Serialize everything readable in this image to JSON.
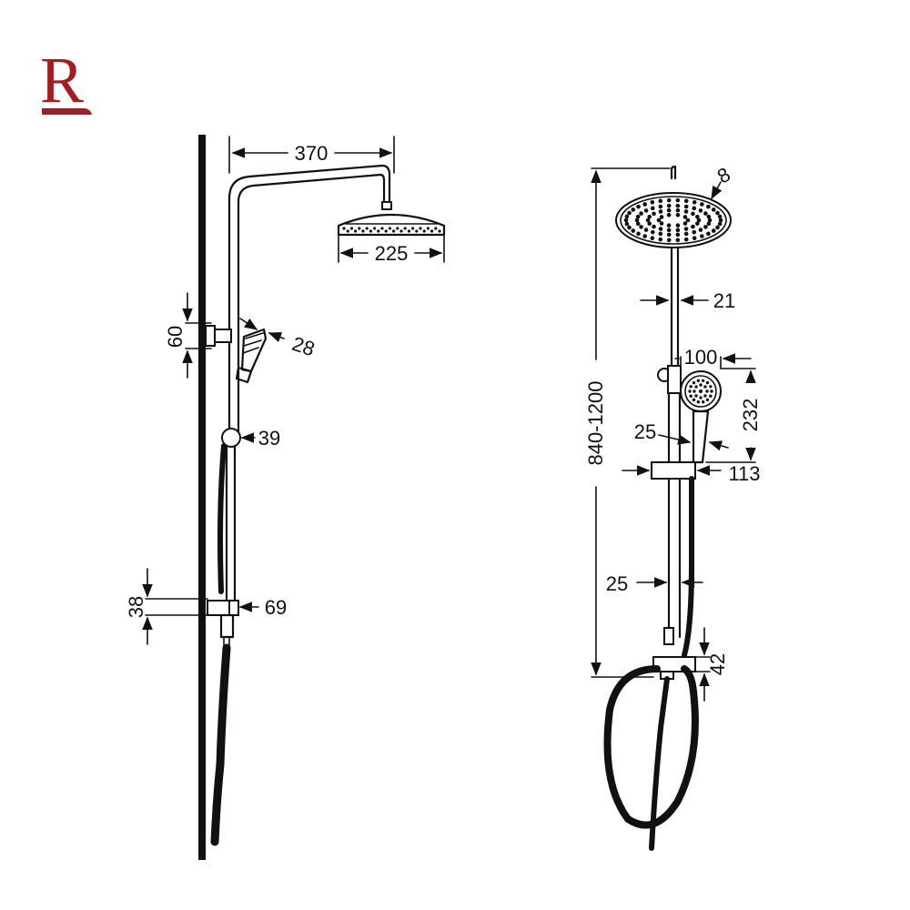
{
  "brand": {
    "logo_letter": "R",
    "color": "#a51c20"
  },
  "colors": {
    "line": "#111111",
    "background": "#ffffff"
  },
  "side_view": {
    "dims": {
      "arm_length": "370",
      "head_diameter": "225",
      "bracket_height": "60",
      "handset_width": "28",
      "rail_knob": "39",
      "holder_height": "38",
      "holder_depth": "69"
    }
  },
  "front_view": {
    "dims": {
      "head_thickness": "8",
      "pipe_diameter": "21",
      "height_range": "840-1200",
      "handset_head": "100",
      "handset_length": "232",
      "handle_diameter": "25",
      "slider_width": "113",
      "rail_diameter": "25",
      "valve_height": "42"
    }
  }
}
